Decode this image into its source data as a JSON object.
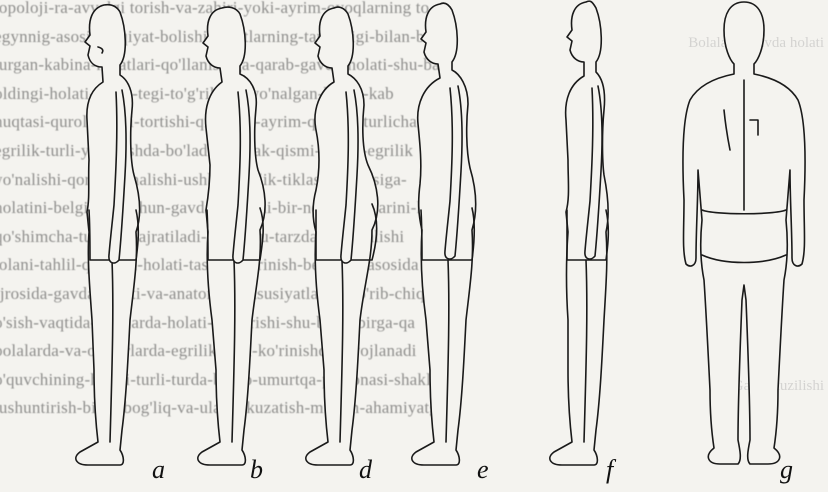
{
  "body_text_lines": [
    "topoloji-ra-avvalgi torish-va-zahiri-yoki-ayrim-oyoqlarning to",
    "egynnig-asosiy-faqiyat-bolishi-holatlarning-tanqisligi-bilan-bi",
    "jurgan-kabina-holatlari-qo'llanishiga-qarab-gavda-holati-shu-ba",
    "oldingi-holati-qorin-tegi-to'g'rilikga-yo'nalgan-bo'lib-kab",
    "nuqtasi-qurollanishi-tortishi-qiyinligi-ayrim-qismda-turlicha",
    "egrilik-turli-yo'nalishda-bo'ladi-ko'krak-qismi-siyish-egrilik",
    "yo'nalishi-qorin-yo'nalishi-ushbu-egrilik-tiklashi-yuzasiga-",
    "holatini-belgilash-uchun-gavda-holatini-bir-nechta-turlarini-ko",
    "qo'shimcha-turlarga-ajratiladi-keyin-bu-tarzdagi-yo'nalishi",
    "tolani-tahlil-qilishda-holati-tashqi-ko'rinish-belgilari-asosida",
    "Ijrosida-gavda-holati-va-anatomik-xususiyatlarini-ko'rib-chiqa",
    "o'sish-vaqtida-bolalarda-holati-o'zgarishi-shu-bilan-birga-qa",
    "bolalarda-va-o'smirlarda-egrilik-turli-ko'rinishda-rivojlanadi",
    "o'quvchining-holati-turli-turda-bo'lib-umurtqa-pog'onasi-shakli",
    "tushuntirish-bilan-bog'liq-va-ularni-kuzatish-muhim-ahamiyatga"
  ],
  "ghost_lines": [
    "",
    "Bolalarda gavda holati",
    "",
    "",
    "",
    "",
    "",
    "",
    "",
    "",
    "",
    "",
    "",
    "Gavda tuzilishi"
  ],
  "figure_labels": [
    "a",
    "b",
    "d",
    "e",
    "f",
    "g"
  ]
}
